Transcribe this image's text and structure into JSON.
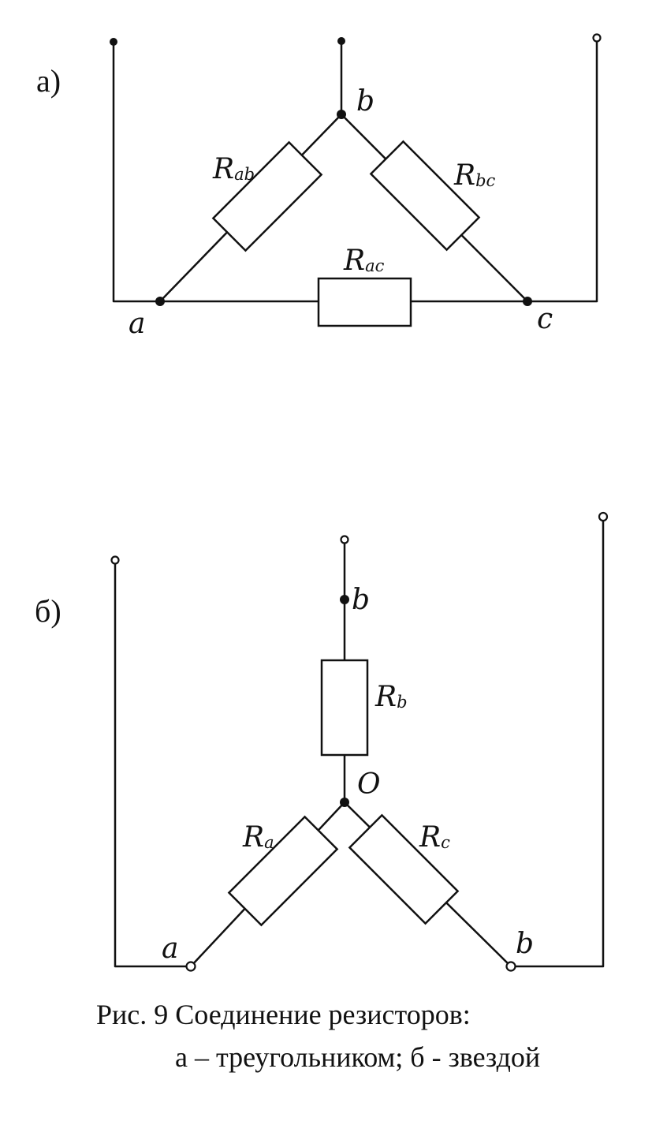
{
  "figure": {
    "caption_line1": "Рис. 9  Соединение резисторов:",
    "caption_line2": "а – треугольником; б - звездой"
  },
  "delta": {
    "panel_label": "а)",
    "node_a": "a",
    "node_b": "b",
    "node_c": "c",
    "r_ab": {
      "main": "R",
      "sub": "ab"
    },
    "r_bc": {
      "main": "R",
      "sub": "bc"
    },
    "r_ac": {
      "main": "R",
      "sub": "ac"
    }
  },
  "star": {
    "panel_label": "б)",
    "node_a": "a",
    "node_b_top": "b",
    "node_center": "O",
    "node_b_bottom": "b",
    "r_a": {
      "main": "R",
      "sub": "a"
    },
    "r_b": {
      "main": "R",
      "sub": "b"
    },
    "r_c": {
      "main": "R",
      "sub": "c"
    }
  },
  "colors": {
    "ink": "#111111",
    "paper": "#ffffff"
  }
}
